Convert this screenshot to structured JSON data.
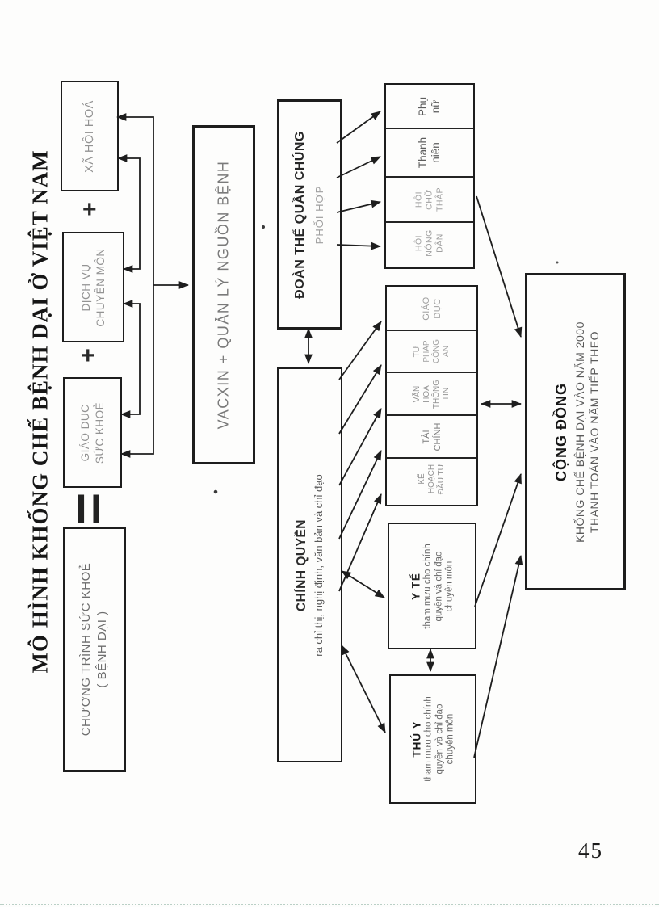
{
  "title": "MÔ HÌNH KHỐNG CHẾ BỆNH DẠI Ở VIỆT NAM",
  "page_number": "45",
  "symbols": {
    "plus_top": "+",
    "plus_mid": "+",
    "equals": "="
  },
  "colors": {
    "ink": "#1d1d1d",
    "faded_text": "#8f8f8f",
    "medium_text": "#6e6e6e",
    "paper": "#fdfdfc"
  },
  "program": {
    "lines": [
      "CHƯƠNG TRÌNH SỨC KHOẺ",
      "( BỆNH DẠI )"
    ]
  },
  "components": {
    "health_education": {
      "lines": [
        "GIÁO DỤC",
        "SỨC KHOẺ"
      ]
    },
    "professional_services": {
      "lines": [
        "DỊCH VỤ",
        "CHUYÊN MÔN"
      ]
    },
    "socialization": {
      "lines": [
        "XÃ HỘI HOÁ"
      ]
    }
  },
  "vaccine": {
    "label": "VACXIN + QUẢN LÝ NGUỒN BỆNH"
  },
  "mass_organizations": {
    "title": "ĐOÀN THỂ QUẦN CHÚNG",
    "subtitle": "PHỐI HỢP",
    "items": [
      {
        "lines": [
          "Phụ",
          "nữ"
        ]
      },
      {
        "lines": [
          "Thanh",
          "niên"
        ]
      },
      {
        "lines": [
          "HỘI",
          "CHỮ",
          "THẬP"
        ]
      },
      {
        "lines": [
          "HỘI",
          "NÔNG",
          "DÂN"
        ]
      }
    ]
  },
  "government": {
    "title": "CHÍNH QUYỀN",
    "subtitle": "ra chỉ thị, nghị định, văn bản và chỉ đạo",
    "departments": [
      {
        "lines": [
          "GIÁO",
          "DỤC"
        ]
      },
      {
        "lines": [
          "TƯ",
          "PHÁP",
          "CÔNG",
          "AN"
        ]
      },
      {
        "lines": [
          "VĂN",
          "HOÁ",
          "THÔNG",
          "TIN"
        ]
      },
      {
        "lines": [
          "TÀI",
          "CHÍNH"
        ]
      },
      {
        "lines": [
          "KẾ",
          "HOẠCH",
          "ĐẦU TƯ"
        ]
      }
    ]
  },
  "health_sector": {
    "title": "Y TẾ",
    "lines": [
      "tham mưu cho chính",
      "quyền và chỉ đạo",
      "chuyên môn"
    ]
  },
  "veterinary_sector": {
    "title": "THÚ Y",
    "lines": [
      "tham mưu cho chính",
      "quyền và chỉ đạo",
      "chuyên môn"
    ]
  },
  "community": {
    "title": "CỘNG ĐỒNG",
    "lines": [
      "KHỐNG CHẾ BỆNH DẠI VÀO NĂM 2000",
      "THANH TOÁN VÀO NĂM TIẾP THEO"
    ]
  }
}
